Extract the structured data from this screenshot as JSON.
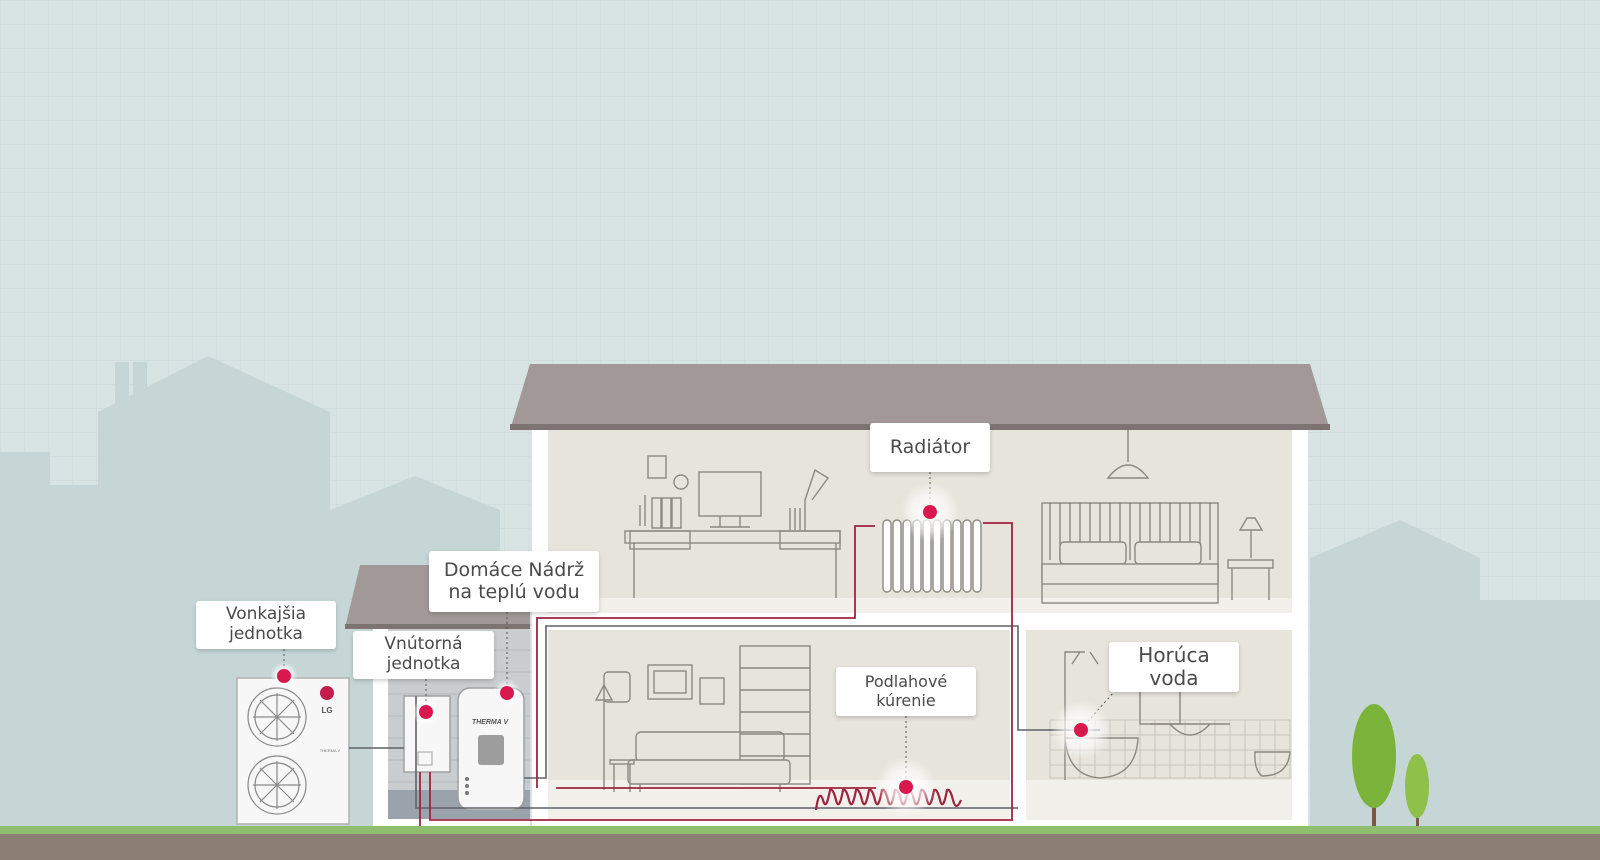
{
  "colors": {
    "sky": "#d8e4e4",
    "roof": "#a39898",
    "house_wall": "#ffffff",
    "room_bg": "#e6e4db",
    "ground_grass": "#8fbf6e",
    "ground_soil": "#8b7f76",
    "pipe_red": "#a0233f",
    "pipe_grey": "#5f6368",
    "hotspot_pink": "#d8184f",
    "tree_green": "#7bb33a"
  },
  "labels": {
    "outdoor_unit": "Vonkajšia jednotka",
    "indoor_unit": "Vnútorná  jednotka",
    "hot_water_tank": "Domáce Nádrž na teplú vodu",
    "radiator": "Radiátor",
    "floor_heating": "Podlahové kúrenie",
    "hot_water": "Horúca voda"
  },
  "device_marks": {
    "outdoor_brand": "LG",
    "outdoor_model": "THERMA V",
    "tank_brand": "THERMA V"
  },
  "icons": [
    "fan-icon",
    "radiator-icon",
    "bathtub-icon",
    "shower-icon",
    "lamp-icon",
    "bed-icon",
    "sofa-icon",
    "bookshelf-icon",
    "desk-icon",
    "tree-icon"
  ]
}
